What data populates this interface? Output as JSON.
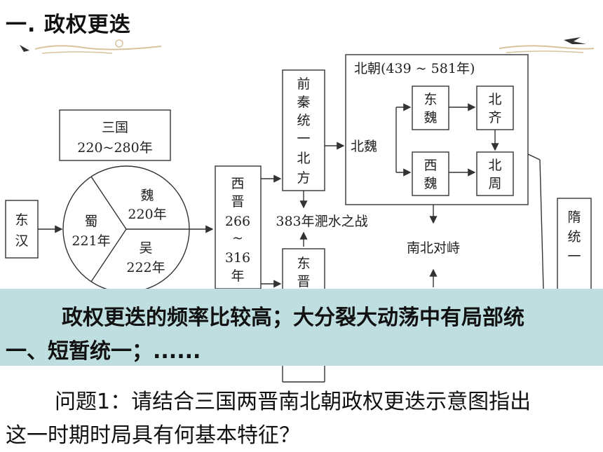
{
  "heading": "一. 政权更迭",
  "diagram": {
    "three_kingdoms_title": "三国",
    "three_kingdoms_years": "220~280年",
    "donghan": [
      "东",
      "汉"
    ],
    "wei": [
      "魏",
      "220年"
    ],
    "shu": [
      "蜀",
      "221年"
    ],
    "wu": [
      "吴",
      "222年"
    ],
    "xijin": [
      "西",
      "晋",
      "266",
      "~",
      "316",
      "年"
    ],
    "qianqin": [
      "前",
      "秦",
      "统",
      "一",
      "北",
      "方"
    ],
    "dongjin": [
      "东",
      "晋"
    ],
    "battle": "383年淝水之战",
    "beichao": "北朝(439 ~ 581年)",
    "beiwei": "北魏",
    "dongwei": [
      "东",
      "魏"
    ],
    "xiwei": [
      "西",
      "魏"
    ],
    "beiqi": [
      "北",
      "齐"
    ],
    "beizhou": [
      "北",
      "周"
    ],
    "nanbei": "南北对峙",
    "sui": [
      "隋",
      "统",
      "一"
    ]
  },
  "banner": {
    "line1": "政权更迭的频率比较高；大分裂大动荡中有局部统",
    "line2": "一、短暂统一；......"
  },
  "question": {
    "line1": "问题1：请结合三国两晋南北朝政权更迭示意图指出",
    "line2": "这一时期时局具有何基本特征？"
  },
  "colors": {
    "banner_bg": "#bfdedf",
    "accent_line": "#d8c49a"
  }
}
